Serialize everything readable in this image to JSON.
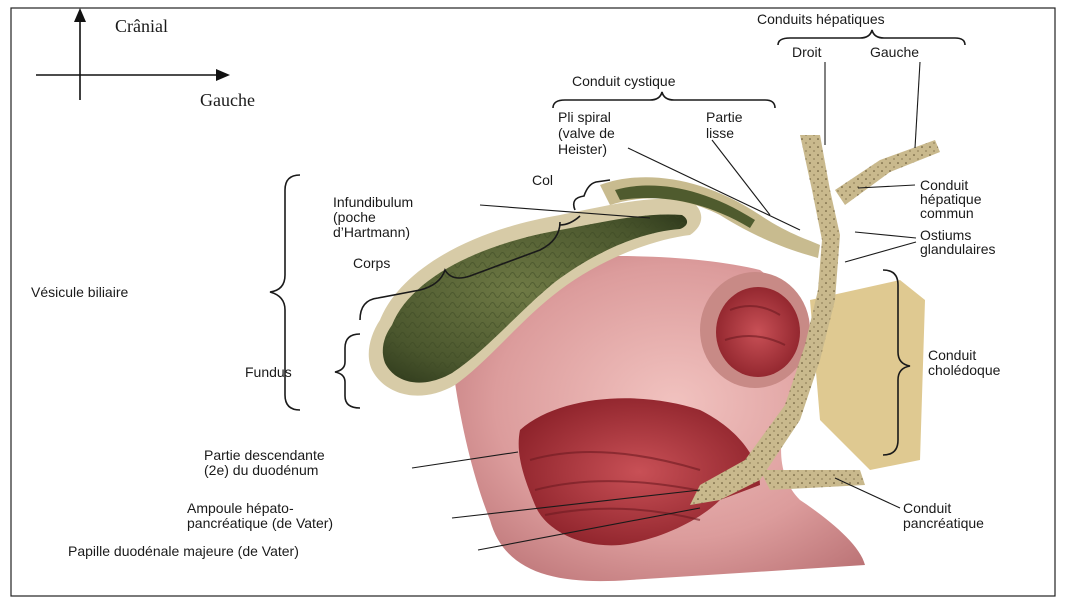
{
  "orientation": {
    "cranial": "Crânial",
    "left": "Gauche"
  },
  "labels": {
    "hepatic_ducts": "Conduits hépatiques",
    "right": "Droit",
    "left": "Gauche",
    "cystic_duct": "Conduit cystique",
    "spiral_fold": [
      "Pli spiral",
      "(valve de",
      "Heister)"
    ],
    "smooth_part": [
      "Partie",
      "lisse"
    ],
    "neck": "Col",
    "infundibulum": [
      "Infundibulum",
      "(poche",
      "d’Hartmann)"
    ],
    "body": "Corps",
    "gallbladder": "Vésicule biliaire",
    "fundus": "Fundus",
    "common_hepatic_duct": [
      "Conduit",
      "hépatique",
      "commun"
    ],
    "glandular_ostia": [
      "Ostiums",
      "glandulaires"
    ],
    "common_bile_duct": [
      "Conduit",
      "cholédoque"
    ],
    "duodenum_descending": [
      "Partie descendante",
      "(2e) du duodénum"
    ],
    "ampulla": [
      "Ampoule hépato-",
      "pancréatique (de Vater)"
    ],
    "pancreatic_duct": [
      "Conduit",
      "pancréatique"
    ],
    "major_papilla": "Papille duodénale majeure (de Vater)"
  },
  "colors": {
    "gallbladder": "#4d5a2f",
    "duct": "#c9b98d",
    "duodenum_outer": "#d8a0a2",
    "duodenum_inner": "#a8343c",
    "fat": "#d9c07e"
  }
}
